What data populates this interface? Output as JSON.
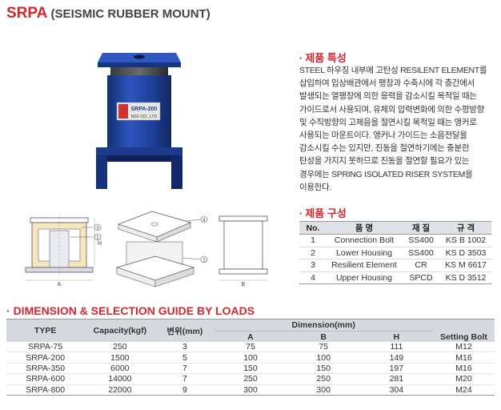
{
  "title": {
    "main": "SRPA",
    "sub": " (SEISMIC RUBBER MOUNT)"
  },
  "photo": {
    "label_model": "SRPA-200",
    "label_maker": "NSV CO., LTD",
    "body_color": "#1f3f9a"
  },
  "features": {
    "heading": "제품 특성",
    "text": "STEEL 하우징 내부에 고탄성 RESILENT ELEMENT를\n삽입하여 입상배관에서 팽창과 수축시에 각 층간에서\n발생되는 열팽창에 의한 응력을 감소시킬 목적일 때는\n가이드로서 사용되며, 유체의 압력변화에 의한 수평방향\n및 수직방향의 고체음을 절연시킬 목적일 때는 앵커로\n사용되는 마운트이다. 앵커나 가이드는 소음전달을\n감소시킬 수는 있지만, 진동을 절연하기에는 충분한\n탄성을 가지지 못하므로 진동을 절연할 필요가 있는\n경우에는 SPRING ISOLATED RISER SYSTEM을\n이용한다."
  },
  "drawing": {
    "callouts": [
      "3",
      "1",
      "4",
      "2"
    ],
    "dim_labels": {
      "h": "H",
      "a": "A",
      "b": "B"
    }
  },
  "parts": {
    "heading": "제품 구성",
    "headers": [
      "No.",
      "품 명",
      "재 질",
      "규 격"
    ],
    "rows": [
      [
        "1",
        "Connection Bolt",
        "SS400",
        "KS B 1002"
      ],
      [
        "2",
        "Lower Housing",
        "SS400",
        "KS D 3503"
      ],
      [
        "3",
        "Resilient Element",
        "CR",
        "KS M 6617"
      ],
      [
        "4",
        "Upper Housing",
        "SPCD",
        "KS D 3512"
      ]
    ]
  },
  "dimension": {
    "heading": "DIMENSION & SELECTION GUIDE BY LOADS",
    "headers": {
      "type": "TYPE",
      "capacity": "Capacity(kgf)",
      "disp": "변위(mm)",
      "dimension": "Dimension(mm)",
      "a": "A",
      "b": "B",
      "h": "H",
      "bolt": "Setting Bolt"
    },
    "rows": [
      [
        "SRPA-75",
        "250",
        "3",
        "75",
        "75",
        "111",
        "M12"
      ],
      [
        "SRPA-200",
        "1500",
        "5",
        "100",
        "100",
        "149",
        "M16"
      ],
      [
        "SRPA-350",
        "6000",
        "7",
        "150",
        "150",
        "197",
        "M16"
      ],
      [
        "SRPA-600",
        "14000",
        "7",
        "250",
        "250",
        "281",
        "M20"
      ],
      [
        "SRPA-800",
        "22000",
        "9",
        "300",
        "300",
        "304",
        "M24"
      ]
    ]
  },
  "colors": {
    "accent": "#d1282e",
    "header_bg": "#d6dade",
    "steel": "#1f3f9a"
  }
}
